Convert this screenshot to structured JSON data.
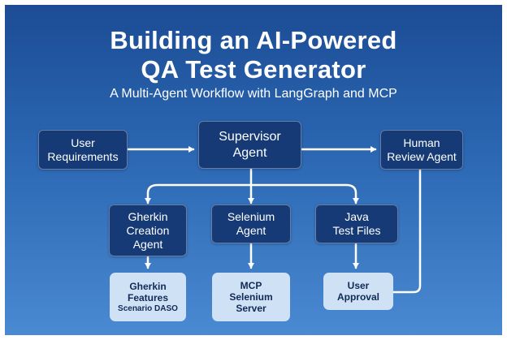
{
  "header": {
    "title_line1": "Building an AI-Powered",
    "title_line2": "QA Test Generator",
    "subtitle": "A Multi-Agent Workflow with LangGraph and MCP"
  },
  "nodes": {
    "user_requirements": [
      "User",
      "Requirements"
    ],
    "supervisor_agent": [
      "Supervisor",
      "Agent"
    ],
    "human_review_agent": [
      "Human",
      "Review Agent"
    ],
    "gherkin_creation_agent": [
      "Gherkin",
      "Creation",
      "Agent"
    ],
    "selenium_agent": [
      "Selenium",
      "Agent"
    ],
    "java_test_files": [
      "Java",
      "Test Files"
    ],
    "gherkin_features": [
      "Gherkin",
      "Features",
      "Scenario DASO"
    ],
    "mcp_selenium_server": [
      "MCP",
      "Selenium",
      "Server"
    ],
    "user_approval": [
      "User",
      "Approval"
    ]
  },
  "colors": {
    "background_top": "#1c4c94",
    "background_bottom": "#4a8ad2",
    "agent_box": "#153a76",
    "output_box": "#cfe2f5",
    "connector": "#ffffff"
  }
}
